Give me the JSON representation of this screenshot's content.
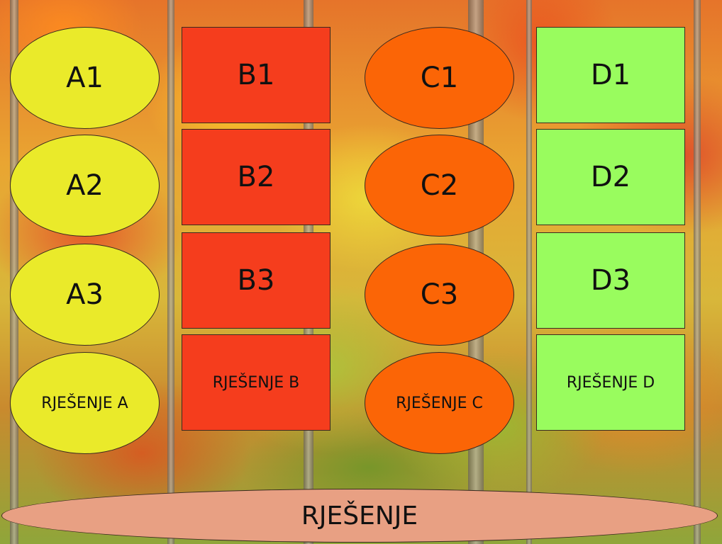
{
  "columns": {
    "a": {
      "color": "#eaea2a",
      "shape": "oval",
      "items": [
        "A1",
        "A2",
        "A3"
      ],
      "solution_label": "RJEŠENJE A"
    },
    "b": {
      "color": "#f53d1d",
      "shape": "rectangle",
      "items": [
        "B1",
        "B2",
        "B3"
      ],
      "solution_label": "RJEŠENJE B"
    },
    "c": {
      "color": "#fb6506",
      "shape": "oval",
      "items": [
        "C1",
        "C2",
        "C3"
      ],
      "solution_label": "RJEŠENJE C"
    },
    "d": {
      "color": "#99fc5e",
      "shape": "rectangle",
      "items": [
        "D1",
        "D2",
        "D3"
      ],
      "solution_label": "RJEŠENJE D"
    }
  },
  "final_solution": {
    "label": "RJEŠENJE",
    "color": "#e8a083"
  },
  "background": "autumn-forest-photo"
}
